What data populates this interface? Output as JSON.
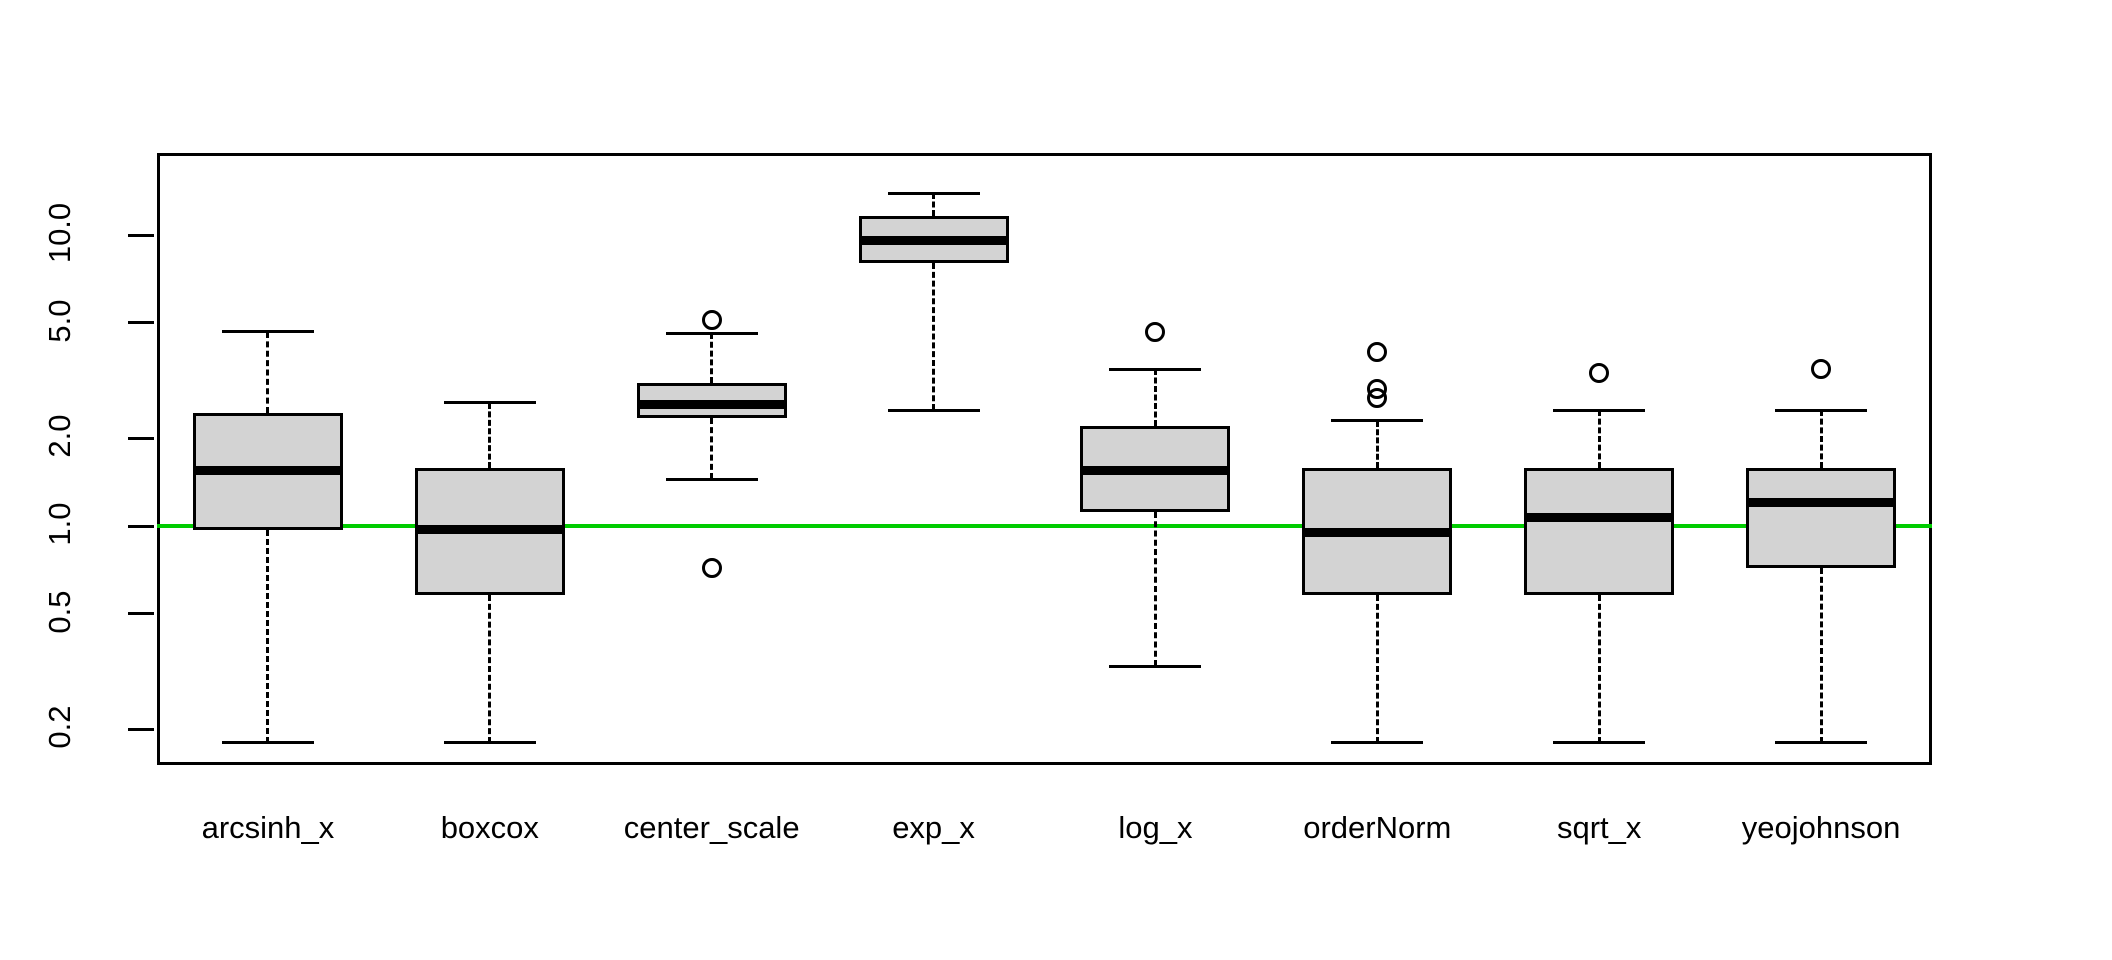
{
  "chart_data": {
    "type": "boxplot",
    "title": "",
    "xlabel": "",
    "ylabel": "",
    "yscale": "log10",
    "ylim": [
      0.17,
      14.5
    ],
    "grid": false,
    "legend": false,
    "ytick_labels": [
      "0.2",
      "0.5",
      "1.0",
      "2.0",
      "5.0",
      "10.0"
    ],
    "ytick_values": [
      0.2,
      0.5,
      1.0,
      2.0,
      5.0,
      10.0
    ],
    "categories": [
      "arcsinh_x",
      "boxcox",
      "center_scale",
      "exp_x",
      "log_x",
      "orderNorm",
      "sqrt_x",
      "yeojohnson"
    ],
    "reference_line": {
      "value": 1.0,
      "color": "#00cc00",
      "orientation": "horizontal"
    },
    "box_fill": "#d3d3d3",
    "box_border": "#000000",
    "boxes": [
      {
        "category": "arcsinh_x",
        "whisker_low": 0.18,
        "q1": 0.97,
        "median": 1.55,
        "q3": 2.45,
        "whisker_high": 4.65,
        "outliers": []
      },
      {
        "category": "boxcox",
        "whisker_low": 0.18,
        "q1": 0.58,
        "median": 0.97,
        "q3": 1.58,
        "whisker_high": 2.65,
        "outliers": []
      },
      {
        "category": "center_scale",
        "whisker_low": 1.45,
        "q1": 2.35,
        "median": 2.62,
        "q3": 3.1,
        "whisker_high": 4.6,
        "outliers": [
          5.1,
          0.72
        ]
      },
      {
        "category": "exp_x",
        "whisker_low": 2.5,
        "q1": 8.0,
        "median": 9.6,
        "q3": 11.6,
        "whisker_high": 13.9,
        "outliers": []
      },
      {
        "category": "log_x",
        "whisker_low": 0.33,
        "q1": 1.12,
        "median": 1.55,
        "q3": 2.2,
        "whisker_high": 3.45,
        "outliers": [
          4.65
        ]
      },
      {
        "category": "orderNorm",
        "whisker_low": 0.18,
        "q1": 0.58,
        "median": 0.95,
        "q3": 1.58,
        "whisker_high": 2.3,
        "outliers": [
          3.95,
          2.95,
          2.75
        ]
      },
      {
        "category": "sqrt_x",
        "whisker_low": 0.18,
        "q1": 0.58,
        "median": 1.07,
        "q3": 1.58,
        "whisker_high": 2.5,
        "outliers": [
          3.35
        ]
      },
      {
        "category": "yeojohnson",
        "whisker_low": 0.18,
        "q1": 0.72,
        "median": 1.2,
        "q3": 1.58,
        "whisker_high": 2.5,
        "outliers": [
          3.45
        ]
      }
    ]
  }
}
